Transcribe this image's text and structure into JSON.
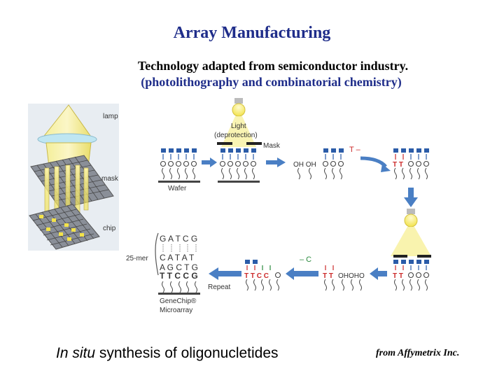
{
  "title": "Array Manufacturing",
  "subtitle_line1": "Technology adapted from semiconductor industry.",
  "subtitle_line2": "(photolithography and combinatorial chemistry)",
  "caption_italic": "In situ",
  "caption_rest": " synthesis of oligonucletides",
  "credit": "from Affymetrix Inc.",
  "diagram": {
    "labels": {
      "lamp": "lamp",
      "mask": "mask",
      "chip": "chip",
      "light": "Light",
      "deprotection": "(deprotection)",
      "mask_step": "Mask",
      "wafer": "Wafer",
      "t_reagent": "T –",
      "c_reagent": "– C",
      "repeat": "Repeat",
      "mer": "25-mer",
      "genechip": "GeneChip®",
      "microarray": "Microarray",
      "oh1": "OH OH",
      "oh2": "OHOHO",
      "tt1": "T T",
      "tt2": "T T",
      "ttcc": "T T C C",
      "seq1": "G A T C G",
      "seq2": "C A T A T",
      "seq3": "A G C T G",
      "seq4": "T T C C G"
    },
    "colors": {
      "blue": "#2b5ca8",
      "red": "#cc2a2a",
      "green": "#2b8a3e",
      "yellow": "#f2e24a",
      "arrow": "#4a7fc4"
    }
  }
}
